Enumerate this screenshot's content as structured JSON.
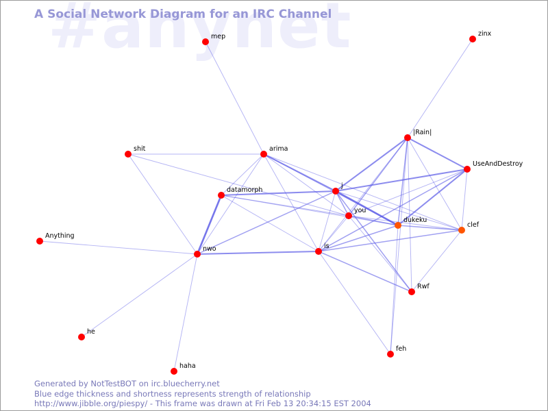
{
  "watermark": "#anynet",
  "title": "A Social Network Diagram for an IRC Channel",
  "footer": {
    "line1": "Generated by NotTestBOT on irc.bluecherry.net",
    "line2": "Blue edge thickness and shortness represents strength of relationship",
    "line3": "http://www.jibble.org/piespy/ - This frame was drawn at Fri Feb 13 20:34:15 EST 2004"
  },
  "colors": {
    "node": "#ff0000",
    "node_warm": "#ff5500",
    "edge": "#5555e6",
    "text_accent": "#9797d6"
  },
  "graph": {
    "nodes": [
      {
        "id": "mep",
        "label": "mep"
      },
      {
        "id": "zinx",
        "label": "zinx"
      },
      {
        "id": "rain",
        "label": "|Rain|"
      },
      {
        "id": "useanddestroy",
        "label": "UseAndDestroy"
      },
      {
        "id": "shit",
        "label": "shit"
      },
      {
        "id": "arima",
        "label": "arima"
      },
      {
        "id": "j",
        "label": "j"
      },
      {
        "id": "datamorph",
        "label": "datamorph"
      },
      {
        "id": "you",
        "label": "you"
      },
      {
        "id": "dukeku",
        "label": "dukeku",
        "warm": true
      },
      {
        "id": "clef",
        "label": "clef",
        "warm": true
      },
      {
        "id": "anything",
        "label": "Anything"
      },
      {
        "id": "nwo",
        "label": "nwo"
      },
      {
        "id": "is",
        "label": "is"
      },
      {
        "id": "rwf",
        "label": "Rwf"
      },
      {
        "id": "he",
        "label": "he"
      },
      {
        "id": "feh",
        "label": "feh"
      },
      {
        "id": "haha",
        "label": "haha"
      }
    ],
    "edges": [
      {
        "source": "mep",
        "target": "arima",
        "weight": 1
      },
      {
        "source": "zinx",
        "target": "rain",
        "weight": 1
      },
      {
        "source": "shit",
        "target": "arima",
        "weight": 1
      },
      {
        "source": "shit",
        "target": "nwo",
        "weight": 1
      },
      {
        "source": "shit",
        "target": "you",
        "weight": 1
      },
      {
        "source": "arima",
        "target": "j",
        "weight": 3
      },
      {
        "source": "arima",
        "target": "datamorph",
        "weight": 1
      },
      {
        "source": "arima",
        "target": "nwo",
        "weight": 1
      },
      {
        "source": "arima",
        "target": "is",
        "weight": 1
      },
      {
        "source": "arima",
        "target": "you",
        "weight": 1
      },
      {
        "source": "arima",
        "target": "dukeku",
        "weight": 1
      },
      {
        "source": "arima",
        "target": "clef",
        "weight": 1
      },
      {
        "source": "datamorph",
        "target": "j",
        "weight": 3
      },
      {
        "source": "datamorph",
        "target": "nwo",
        "weight": 4
      },
      {
        "source": "datamorph",
        "target": "is",
        "weight": 1
      },
      {
        "source": "datamorph",
        "target": "you",
        "weight": 1
      },
      {
        "source": "datamorph",
        "target": "dukeku",
        "weight": 1
      },
      {
        "source": "j",
        "target": "rain",
        "weight": 3
      },
      {
        "source": "j",
        "target": "useanddestroy",
        "weight": 3
      },
      {
        "source": "j",
        "target": "dukeku",
        "weight": 4
      },
      {
        "source": "j",
        "target": "you",
        "weight": 2
      },
      {
        "source": "j",
        "target": "nwo",
        "weight": 2
      },
      {
        "source": "j",
        "target": "is",
        "weight": 1
      },
      {
        "source": "j",
        "target": "clef",
        "weight": 1
      },
      {
        "source": "j",
        "target": "rwf",
        "weight": 2
      },
      {
        "source": "rain",
        "target": "useanddestroy",
        "weight": 3
      },
      {
        "source": "rain",
        "target": "dukeku",
        "weight": 2
      },
      {
        "source": "rain",
        "target": "you",
        "weight": 2
      },
      {
        "source": "rain",
        "target": "clef",
        "weight": 1
      },
      {
        "source": "rain",
        "target": "is",
        "weight": 1
      },
      {
        "source": "rain",
        "target": "rwf",
        "weight": 1
      },
      {
        "source": "rain",
        "target": "feh",
        "weight": 1
      },
      {
        "source": "useanddestroy",
        "target": "dukeku",
        "weight": 3
      },
      {
        "source": "useanddestroy",
        "target": "clef",
        "weight": 1
      },
      {
        "source": "useanddestroy",
        "target": "you",
        "weight": 1
      },
      {
        "source": "useanddestroy",
        "target": "is",
        "weight": 2
      },
      {
        "source": "you",
        "target": "dukeku",
        "weight": 2
      },
      {
        "source": "you",
        "target": "clef",
        "weight": 1
      },
      {
        "source": "you",
        "target": "is",
        "weight": 1
      },
      {
        "source": "you",
        "target": "rwf",
        "weight": 1
      },
      {
        "source": "dukeku",
        "target": "clef",
        "weight": 2
      },
      {
        "source": "dukeku",
        "target": "is",
        "weight": 2
      },
      {
        "source": "dukeku",
        "target": "feh",
        "weight": 1
      },
      {
        "source": "clef",
        "target": "is",
        "weight": 2
      },
      {
        "source": "clef",
        "target": "rwf",
        "weight": 1
      },
      {
        "source": "nwo",
        "target": "is",
        "weight": 3
      },
      {
        "source": "nwo",
        "target": "anything",
        "weight": 1
      },
      {
        "source": "nwo",
        "target": "he",
        "weight": 1
      },
      {
        "source": "nwo",
        "target": "haha",
        "weight": 1
      },
      {
        "source": "is",
        "target": "rwf",
        "weight": 2
      },
      {
        "source": "is",
        "target": "feh",
        "weight": 1
      }
    ]
  }
}
